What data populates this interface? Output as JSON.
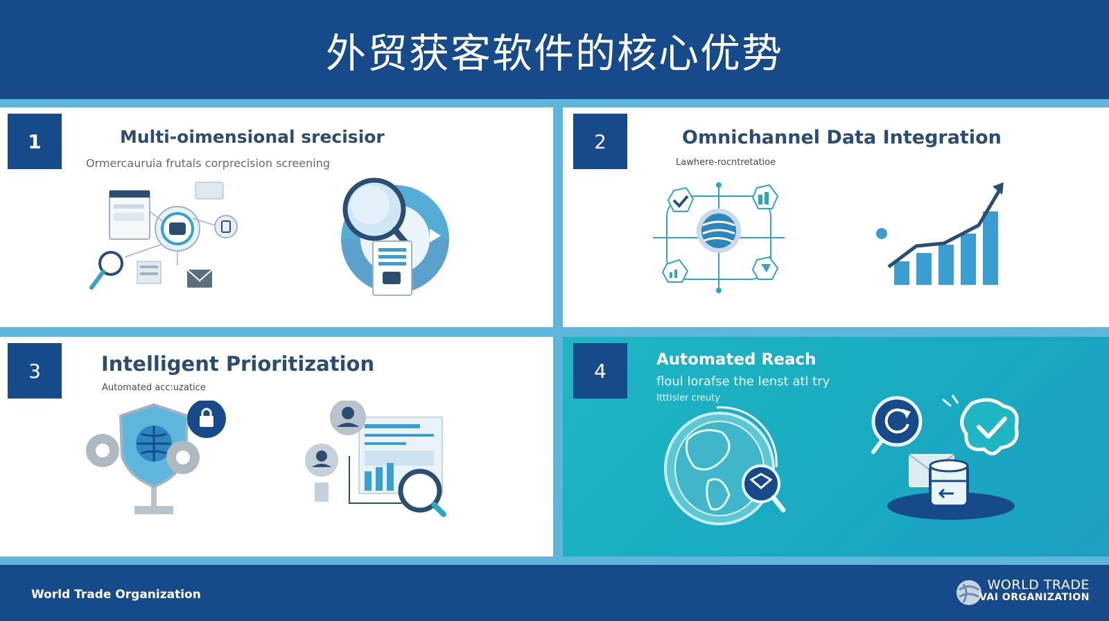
{
  "title": "外贸获客软件的核心优势",
  "cards": [
    {
      "number": "1",
      "title": "Multi-oimensional srecisior",
      "subtitle": "Ormercauruia frutals corprecision screening"
    },
    {
      "number": "2",
      "title": "Omnichannel Data Integration",
      "subtitle": "Lawhere-rocntretatioe"
    },
    {
      "number": "3",
      "title": "Intelligent Prioritization",
      "subtitle": "Automated acc:uzatice"
    },
    {
      "number": "4",
      "title": "Automated Reach",
      "subtitle": "floul lorafse the lenst atl try",
      "caption": "Itttisler creuty"
    }
  ],
  "footer": {
    "left": "World Trade Organization",
    "logo_line1": "WORLD TRADE",
    "logo_line2": "VAI ORGANIZATION"
  },
  "colors": {
    "navy": "#174a8b",
    "accent_blue": "#5eb6dc",
    "teal": "#1fb6c4",
    "icon_blue": "#3a9fd0"
  },
  "icons": [
    "magnifier-icon",
    "document-icon",
    "envelope-icon",
    "network-globe-icon",
    "growth-chart-icon",
    "shield-globe-icon",
    "user-icon",
    "dashboard-icon",
    "globe-icon",
    "refresh-icon",
    "check-cloud-icon",
    "database-icon"
  ]
}
